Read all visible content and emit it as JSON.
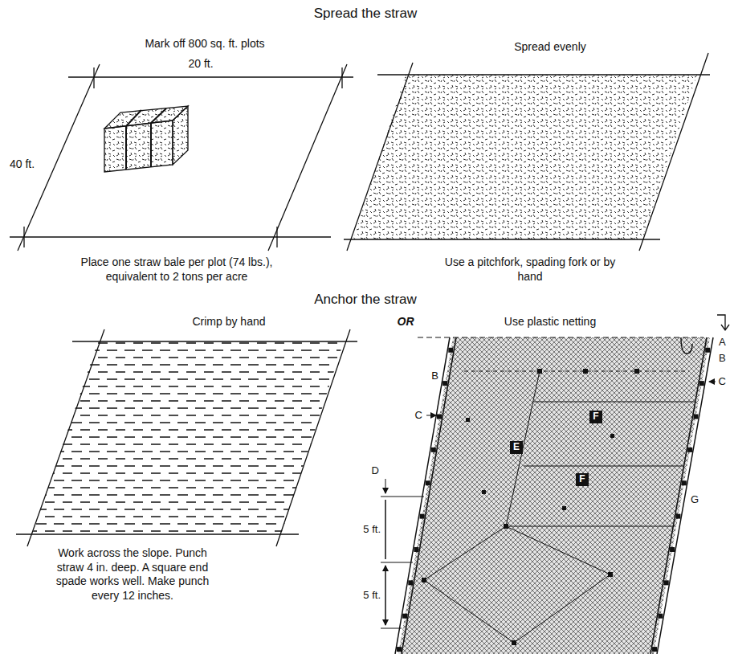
{
  "diagram": {
    "labels": [
      "Spread the straw",
      "Mark off 800 sq. ft. plots",
      "20 ft.",
      "40 ft.",
      "Place one straw bale per plot (74 lbs.), equivalent to 2 tons per acre",
      "Spread evenly",
      "Use a pitchfork, spading fork or by hand",
      "Anchor the straw",
      "Crimp by hand",
      "OR",
      "Use plastic netting",
      "Work across the slope. Punch straw 4 in. deep. A square end spade works well. Make punch every 12 inches.",
      "A",
      "B",
      "B",
      "C",
      "C",
      "D",
      "E",
      "F",
      "F",
      "G",
      "5 ft.",
      "5 ft."
    ]
  }
}
